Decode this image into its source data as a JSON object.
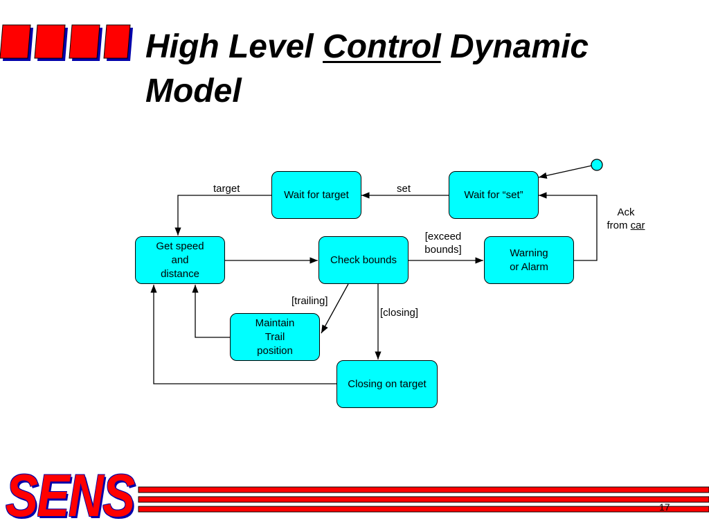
{
  "title": {
    "part1": "High Level ",
    "underlined": "Control",
    "part2": " Dynamic",
    "line2": "Model"
  },
  "states": {
    "wait_target": "Wait for target",
    "wait_set": "Wait for “set”",
    "get_speed": "Get speed\nand\ndistance",
    "check_bounds": "Check bounds",
    "warning": "Warning\nor Alarm",
    "maintain": "Maintain\nTrail\nposition",
    "closing": "Closing on target"
  },
  "transitions": {
    "target": "target",
    "set": "set",
    "exceed": "[exceed\nbounds]",
    "ack_line1": "Ack",
    "ack_from": "from ",
    "ack_car": "car",
    "trailing": "[trailing]",
    "closing": "[closing]"
  },
  "footer": {
    "logo": "SENS",
    "page_number": "17"
  },
  "colors": {
    "state_fill": "#00ffff",
    "accent_red": "#ff0000",
    "accent_blue": "#0000aa"
  }
}
